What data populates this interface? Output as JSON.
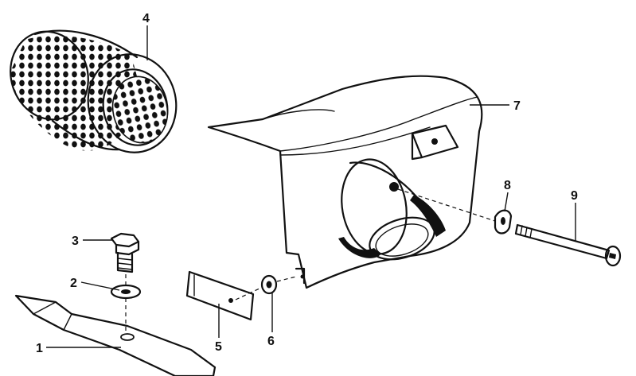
{
  "diagram": {
    "kind": "exploded parts drawing",
    "ink_color": "#111111",
    "paper_color": "#ffffff",
    "parts": [
      {
        "number": "1",
        "icon": "mower-blade-icon"
      },
      {
        "number": "2",
        "icon": "washer-icon"
      },
      {
        "number": "3",
        "icon": "hex-bolt-icon"
      },
      {
        "number": "4",
        "icon": "cylindrical-air-filter-icon"
      },
      {
        "number": "5",
        "icon": "plate-icon"
      },
      {
        "number": "6",
        "icon": "washer-icon"
      },
      {
        "number": "7",
        "icon": "housing-cover-icon"
      },
      {
        "number": "8",
        "icon": "spacer-icon"
      },
      {
        "number": "9",
        "icon": "long-bolt-icon"
      }
    ]
  }
}
